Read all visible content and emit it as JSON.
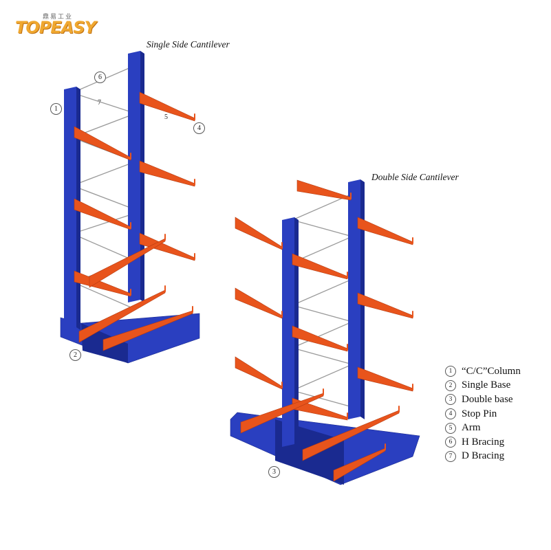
{
  "logo": {
    "cn": "鼎易工业",
    "en": "TOPEASY"
  },
  "titles": {
    "single": "Single Side Cantilever",
    "double": "Double Side Cantilever"
  },
  "callouts": {
    "c1": "1",
    "c2": "2",
    "c3": "3",
    "c4": "4",
    "c5": "5",
    "c6": "6",
    "c7": "7"
  },
  "legend": [
    {
      "num": "1",
      "label": "“C/C”Column"
    },
    {
      "num": "2",
      "label": "Single Base"
    },
    {
      "num": "3",
      "label": "Double base"
    },
    {
      "num": "4",
      "label": "Stop Pin"
    },
    {
      "num": "5",
      "label": "Arm"
    },
    {
      "num": "6",
      "label": "H Bracing"
    },
    {
      "num": "7",
      "label": "D Bracing"
    }
  ],
  "colors": {
    "column": "#2a3fc0",
    "columnDark": "#1a2a90",
    "arm": "#e8541c",
    "armDark": "#b43a10",
    "bracing": "#9a9a9a",
    "logo": "#f0a830"
  }
}
